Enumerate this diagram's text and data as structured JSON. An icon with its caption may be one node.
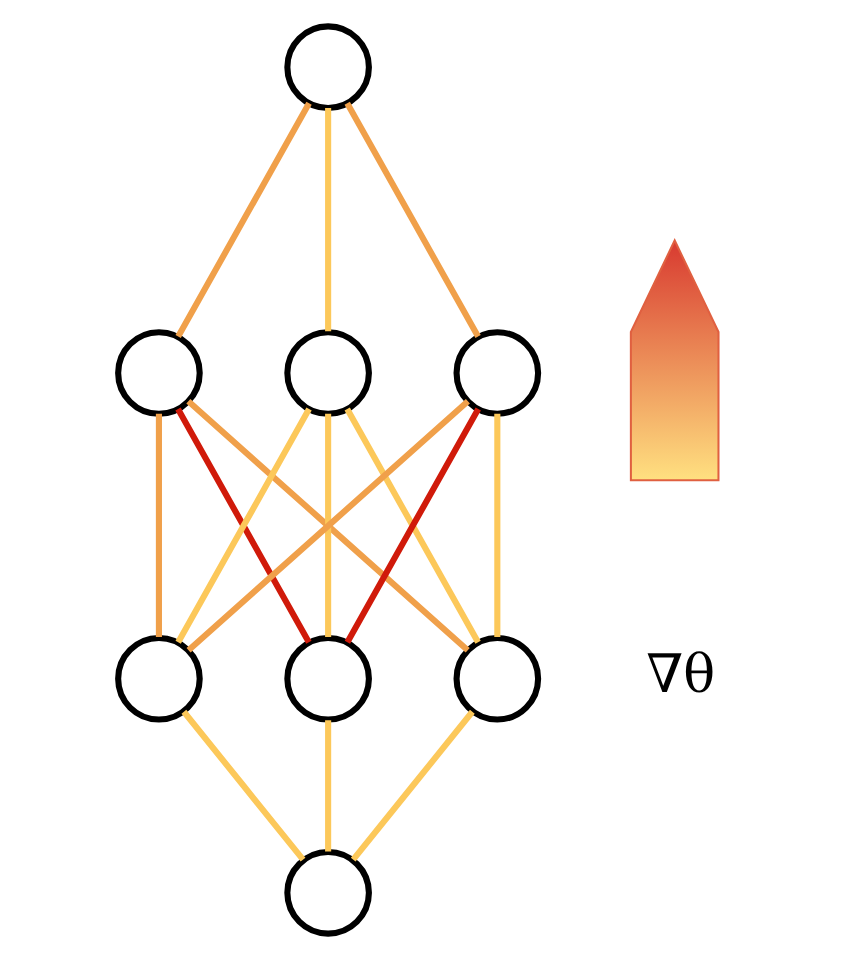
{
  "diagram": {
    "nodes": [
      {
        "text": [],
        "shape": "circle"
      },
      {
        "text": [],
        "shape": "circle"
      },
      {
        "text": [],
        "shape": "circle"
      },
      {
        "text": [],
        "shape": "circle"
      },
      {
        "text": [],
        "shape": "circle"
      },
      {
        "text": [],
        "shape": "circle"
      },
      {
        "text": [],
        "shape": "circle"
      },
      {
        "text": [],
        "shape": "circle"
      },
      {
        "text": [],
        "shape": "arrow"
      }
    ],
    "edges": [
      {
        "from": 0,
        "to": 1,
        "arrow": "none",
        "color": "#f0a04a"
      },
      {
        "from": 0,
        "to": 2,
        "arrow": "none"
      },
      {
        "from": 0,
        "to": 3,
        "arrow": "none",
        "color": "#f0a04a"
      },
      {
        "from": 1,
        "to": 4,
        "arrow": "none",
        "color": "#f0a04a"
      },
      {
        "from": 1,
        "to": 5,
        "arrow": "none",
        "color": "#d01a0a"
      },
      {
        "from": 1,
        "to": 6,
        "arrow": "none",
        "color": "#f0a04a"
      },
      {
        "from": 2,
        "to": 4,
        "arrow": "none"
      },
      {
        "from": 2,
        "to": 5,
        "arrow": "none"
      },
      {
        "from": 2,
        "to": 6,
        "arrow": "none"
      },
      {
        "from": 3,
        "to": 4,
        "arrow": "none",
        "color": "#f0a04a"
      },
      {
        "from": 3,
        "to": 5,
        "arrow": "none",
        "color": "#d01a0a"
      },
      {
        "from": 3,
        "to": 6,
        "arrow": "none"
      },
      {
        "from": 4,
        "to": 7,
        "arrow": "none"
      },
      {
        "from": 5,
        "to": 7,
        "arrow": "none"
      },
      {
        "from": 6,
        "to": 7,
        "arrow": "none"
      }
    ],
    "labels": [
      "∇θ"
    ]
  }
}
